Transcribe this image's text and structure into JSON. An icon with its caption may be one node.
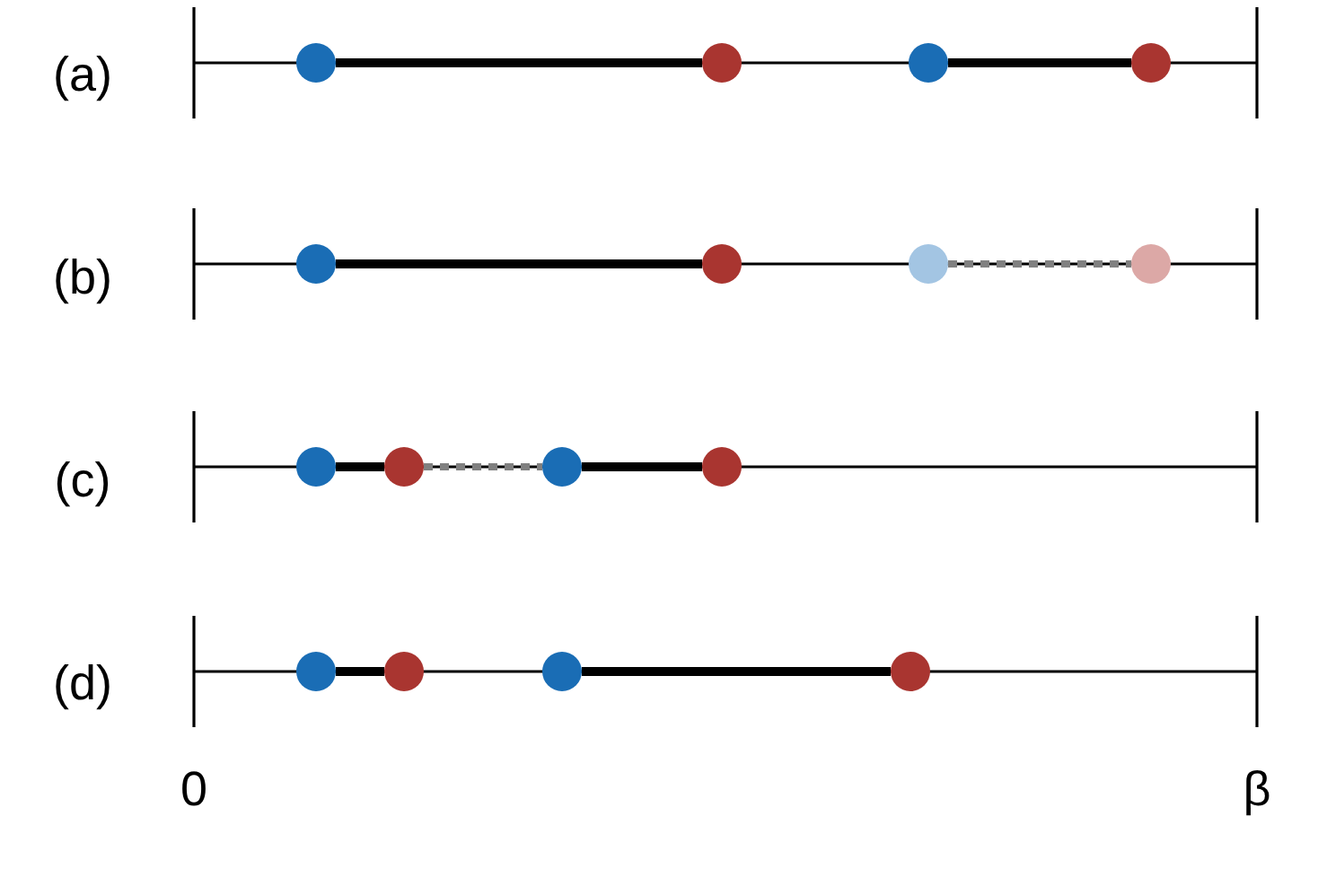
{
  "diagram": {
    "nodes": [
      {
        "text": [],
        "shape": "circle"
      },
      {
        "text": [],
        "shape": "circle"
      },
      {
        "text": [],
        "shape": "circle"
      },
      {
        "text": [],
        "shape": "circle"
      },
      {
        "text": [],
        "shape": "circle"
      },
      {
        "text": [],
        "shape": "circle"
      },
      {
        "text": [],
        "shape": "circle"
      },
      {
        "text": [],
        "shape": "circle"
      },
      {
        "text": [],
        "shape": "circle"
      },
      {
        "text": [],
        "shape": "circle"
      },
      {
        "text": [],
        "shape": "circle"
      },
      {
        "text": [],
        "shape": "circle"
      },
      {
        "text": [],
        "shape": "circle"
      },
      {
        "text": [],
        "shape": "circle"
      },
      {
        "text": [],
        "shape": "circle"
      },
      {
        "text": [],
        "shape": "circle"
      }
    ],
    "edges": [
      {
        "from": 0,
        "to": 1,
        "arrow": "none"
      },
      {
        "from": 2,
        "to": 3,
        "arrow": "none"
      },
      {
        "from": 4,
        "to": 5,
        "arrow": "none"
      },
      {
        "from": 6,
        "to": 7,
        "arrow": "none",
        "style": "dashed",
        "color": "#808080"
      },
      {
        "from": 8,
        "to": 9,
        "arrow": "none"
      },
      {
        "from": 9,
        "to": 10,
        "arrow": "none",
        "style": "dashed",
        "color": "#808080"
      },
      {
        "from": 10,
        "to": 11,
        "arrow": "none"
      },
      {
        "from": 12,
        "to": 13,
        "arrow": "none"
      },
      {
        "from": 14,
        "to": 15,
        "arrow": "none"
      }
    ],
    "labels": [
      "(a)",
      "(b)",
      "(c)",
      "(d)",
      "0",
      "β"
    ]
  }
}
